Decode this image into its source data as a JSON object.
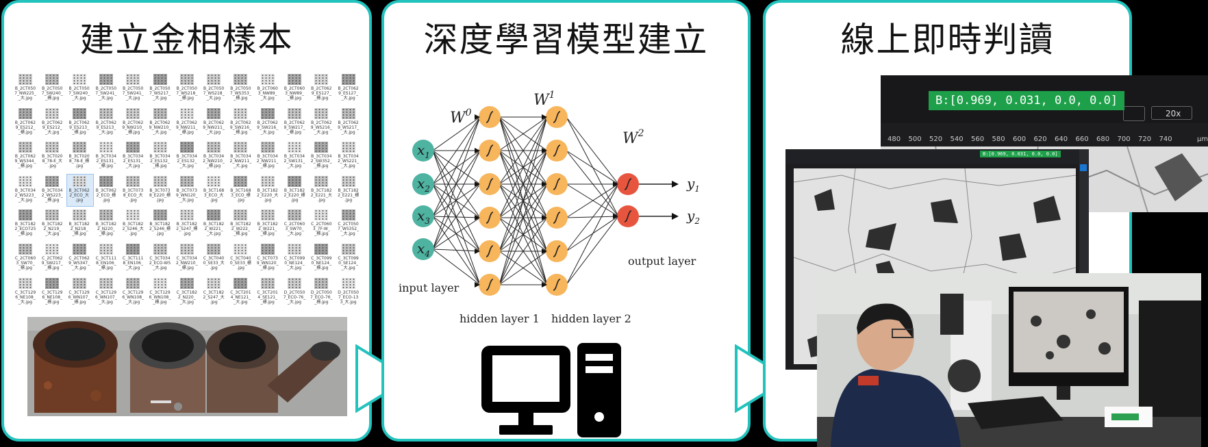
{
  "panels": [
    {
      "title": "建立金相樣本"
    },
    {
      "title": "深度學習模型建立"
    },
    {
      "title": "線上即時判讀"
    }
  ],
  "nn": {
    "w0": "W",
    "w0_sup": "0",
    "w1": "W",
    "w1_sup": "1",
    "w2": "W",
    "w2_sup": "2",
    "inputs": [
      {
        "base": "x",
        "sub": "1"
      },
      {
        "base": "x",
        "sub": "2"
      },
      {
        "base": "x",
        "sub": "3"
      },
      {
        "base": "x",
        "sub": "4"
      }
    ],
    "outputs": [
      {
        "base": "y",
        "sub": "1"
      },
      {
        "base": "y",
        "sub": "2"
      }
    ],
    "input_label": "input layer",
    "hidden1_label": "hidden layer 1",
    "hidden2_label": "hidden layer 2",
    "output_label": "output layer",
    "colors": {
      "input": "#4fb3a2",
      "hidden": "#f7b55c",
      "output": "#e8553f"
    }
  },
  "thumbnail_captions": [
    [
      "B_2CT050\n7_NW225_\n_大.jpg",
      "B_2CT050\n7_SW240_\n_標.jpg",
      "B_2CT050\n7_SW240_\n_大.jpg",
      "B_2CT050\n7_SW241_\n_大.jpg",
      "B_2CT050\n7_SW241_\n_大.jpg",
      "B_2CT050\n7_WS217_\n_大.jpg",
      "B_2CT050\n7_WS218_\n_標.jpg",
      "B_2CT050\n7_WS218_\n_大.jpg",
      "B_2CT050\n7_WS353_\n_標.jpg",
      "B_2CT060\n3_NW89_\n_大.jpg",
      "B_2CT060\n3_NW89_\n_標.jpg",
      "B_2CT062\n9_ES127_\n_標.jpg",
      "B_2CT062\n9_ES127_\n_大.jpg"
    ],
    [
      "B_2CT062\n9_ES212_\n_標.jpg",
      "B_2CT062\n9_ES212_\n_大.jpg",
      "B_2CT062\n9_ES213_\n_標.jpg",
      "B_2CT062\n9_ES213_\n_大.jpg",
      "B_2CT062\n9_NW210_\n_標.jpg",
      "B_2CT062\n9_NW210_\n_大.jpg",
      "B_2CT062\n9_NW211_\n_標.jpg",
      "B_2CT062\n9_NW211_\n_大.jpg",
      "B_2CT062\n9_SW216_\n_標.jpg",
      "B_2CT062\n9_SW216_\n_大.jpg",
      "B_2CT062\n9_SW217_\n_標.jpg",
      "B_2CT062\n9_WS216_\n_大.jpg",
      "B_2CT062\n9_WS217_\n_大.jpg"
    ],
    [
      "B_2CT062\n9_WS344_\n_標.jpg",
      "B_3CT020\n8_78-E_大\n.jpg",
      "B_3CT020\n8_78-E_標\n.jpg",
      "B_3CT034\n2_ES131_\n_標.jpg",
      "B_3CT034\n2_ES131_\n_大.jpg",
      "B_3CT034\n2_ES132_\n_標.jpg",
      "B_3CT034\n2_ES132_\n_大.jpg",
      "B_3CT034\n2_NW210_\n_標.jpg",
      "B_3CT034\n2_NW211_\n_大.jpg",
      "B_3CT034\n2_NW211_\n_標.jpg",
      "B_3CT034\n2_SW131_\n_大.jpg",
      "B_3CT034\n2_SW352_\n_標.jpg",
      "B_3CT034\n2_WS221_\n_大.jpg"
    ],
    [
      "B_3CT034\n2_WS223_\n_大.jpg",
      "B_3CT034\n2_WS223_\n_標.jpg",
      "B_3CT062\n2_ECO_大\n.jpg",
      "B_3CT062\n2_ECO_標\n.jpg",
      "B_3CT073\n8_ECO_大\n.jpg",
      "B_3CT073\n8_E220_標\n.jpg",
      "B_3CT073\n9_WN120_\n_大.jpg",
      "B_3CT168\n3_ECO_大\n.jpg",
      "B_3CT168\n3_ECO_標\n.jpg",
      "B_3CT182\n2_E220_大\n.jpg",
      "B_3CT182\n2_E220_標\n.jpg",
      "B_3CT182\n2_E221_大\n.jpg",
      "B_3CT182\n2_E221_標\n.jpg"
    ],
    [
      "B_3CT182\n2_ECO725\n_標.jpg",
      "B_3CT182\n2_N219_\n_大.jpg",
      "B_3CT182\n2_N218_\n_標.jpg",
      "B_3CT182\n2_N220_\n_標.jpg",
      "B_3CT182\n2_S246_大\n.jpg",
      "B_3CT182\n2_S246_標\n.jpg",
      "B_3CT182\n2_S247_標\n.jpg",
      "B_3CT182\n2_W221_\n_大.jpg",
      "B_3CT182\n2_W222_\n_標.jpg",
      "B_3CT182\n2_W221_\n_標.jpg",
      "C_2CT060\n3_SW70_\n_大.jpg",
      "C_2CT060\n3_7F-W_\n_標.jpg",
      "C_2CT050\n7_WS352_\n_大.jpg"
    ],
    [
      "C_2CT060\n3_SW70_\n_標.jpg",
      "C_2CT062\n9_SW217_\n_標.jpg",
      "C_2CT062\n9_WS347_\n_大.jpg",
      "C_3CT111\n8_EN106_\n_標.jpg",
      "C_3CT111\n8_EN106_\n_大.jpg",
      "C_3CT034\n2_ECO-W5\n_大.jpg",
      "C_3CT034\n2_NW210_\n_標.jpg",
      "C_3CT040\n0_SE33_大\n.jpg",
      "C_3CT040\n0_SE33_標\n.jpg",
      "C_3CT073\n9_WN120_\n_標.jpg",
      "C_3CT099\n0_NE124_\n_大.jpg",
      "C_3CT099\n0_NE124_\n_標.jpg",
      "C_3CT099\n0_SE124_\n_大.jpg"
    ],
    [
      "C_3CT129\n6_NE108_\n_大.jpg",
      "C_3CT129\n6_NE108_\n_標.jpg",
      "C_3CT129\n6_WN107_\n_標.jpg",
      "C_3CT129\n6_WN107_\n_大.jpg",
      "C_3CT129\n6_WN108_\n_大.jpg",
      "C_3CT129\n6_WN108_\n_標.jpg",
      "C_3CT182\n2_N220_\n_大.jpg",
      "C_3CT182\n2_S247_大\n.jpg",
      "C_3CT201\n4_NE121_\n_大.jpg",
      "C_3CT201\n4_SE121_\n_標.jpg",
      "D_2CT050\n7_ECO-76_\n_大.jpg",
      "D_2CT050\n7_ECO-76_\n_標.jpg",
      "D_2CT050\n7_ECO-13\n3_大.jpg"
    ]
  ],
  "screen": {
    "badge_top": "B:[0.969, 0.031, 0.0, 0.0]",
    "badge_small": "B:[0.969, 0.031, 0.0, 0.0]",
    "zoom": "20x",
    "ruler_ticks": [
      "480",
      "500",
      "520",
      "540",
      "560",
      "580",
      "600",
      "620",
      "640",
      "660",
      "680",
      "700",
      "720",
      "740"
    ],
    "ruler_unit": "μm"
  }
}
